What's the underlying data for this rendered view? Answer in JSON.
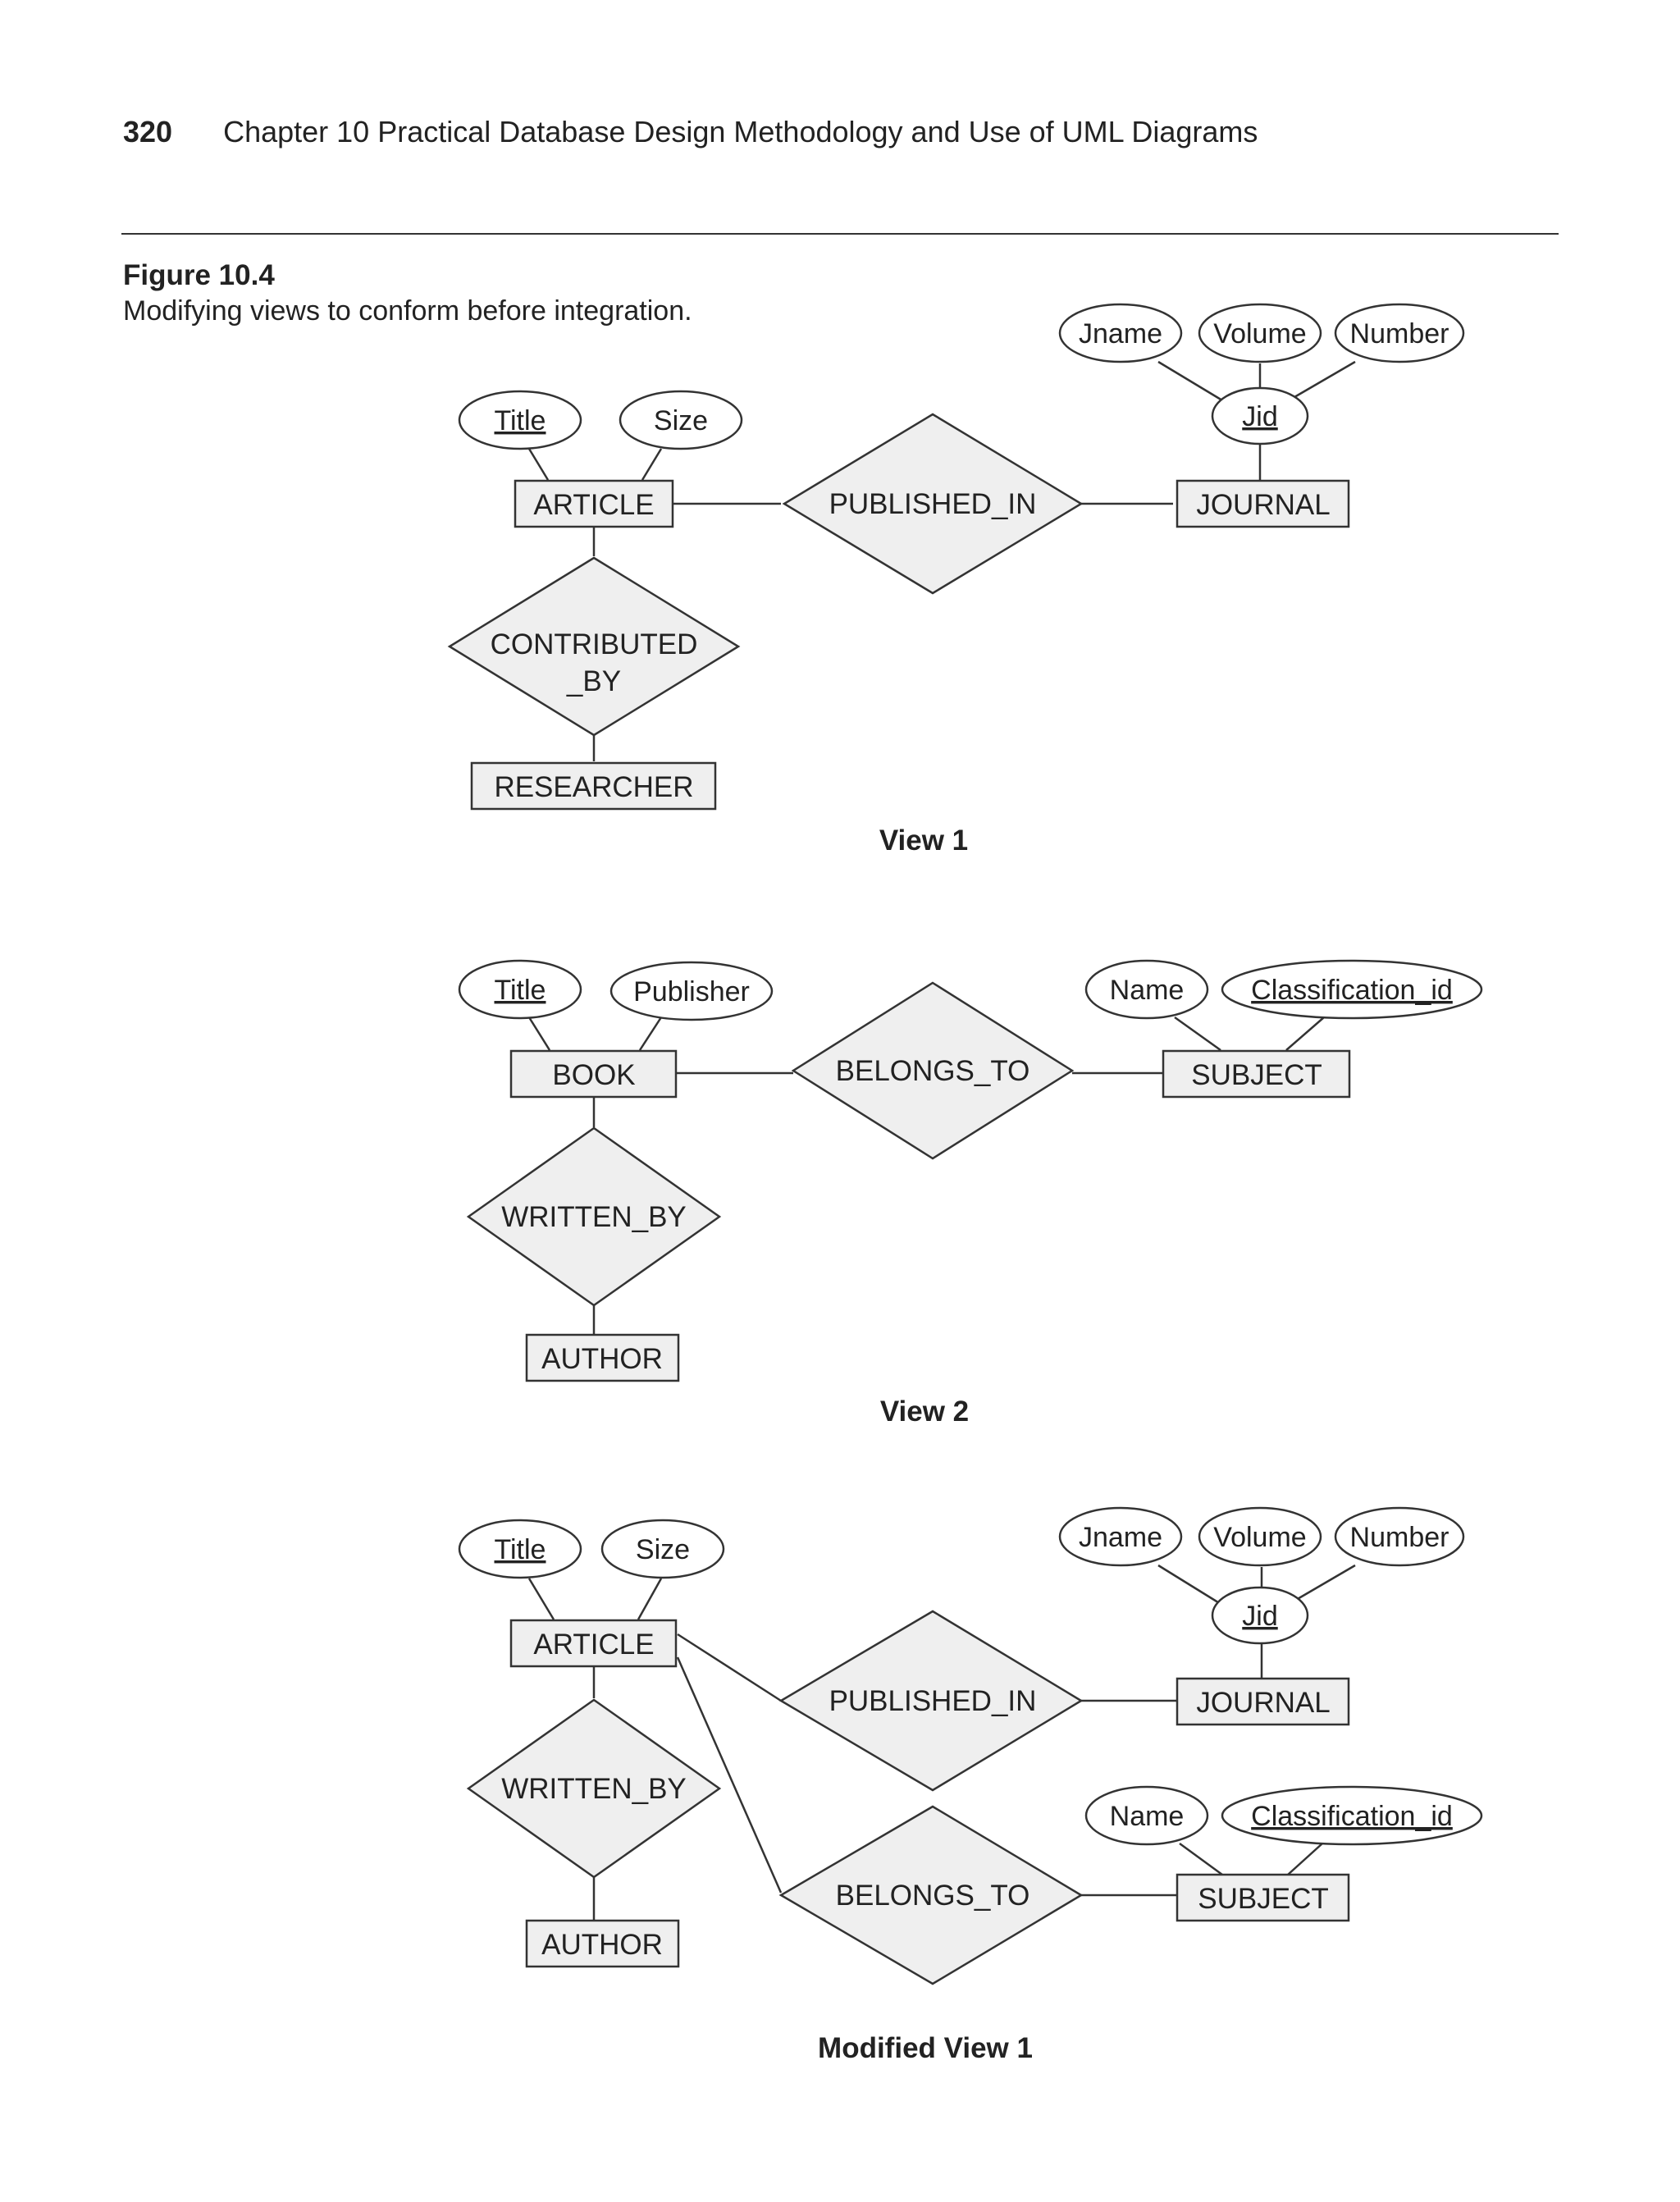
{
  "header": {
    "page_number": "320",
    "running_title": "Chapter 10  Practical Database Design Methodology and Use of UML Diagrams"
  },
  "figure": {
    "label": "Figure 10.4",
    "caption": "Modifying views to conform before integration."
  },
  "view1": {
    "label": "View 1",
    "entities": {
      "article": "ARTICLE",
      "journal": "JOURNAL",
      "researcher": "RESEARCHER"
    },
    "relationships": {
      "published_in": "PUBLISHED_IN",
      "contributed_by_line1": "CONTRIBUTED",
      "contributed_by_line2": "_BY"
    },
    "attributes": {
      "title": "Title",
      "size": "Size",
      "jname": "Jname",
      "volume": "Volume",
      "number": "Number",
      "jid": "Jid"
    }
  },
  "view2": {
    "label": "View 2",
    "entities": {
      "book": "BOOK",
      "subject": "SUBJECT",
      "author": "AUTHOR"
    },
    "relationships": {
      "belongs_to": "BELONGS_TO",
      "written_by": "WRITTEN_BY"
    },
    "attributes": {
      "title": "Title",
      "publisher": "Publisher",
      "name": "Name",
      "classification_id": "Classification_id"
    }
  },
  "modified_view1": {
    "label": "Modified View 1",
    "entities": {
      "article": "ARTICLE",
      "journal": "JOURNAL",
      "subject": "SUBJECT",
      "author": "AUTHOR"
    },
    "relationships": {
      "published_in": "PUBLISHED_IN",
      "belongs_to": "BELONGS_TO",
      "written_by": "WRITTEN_BY"
    },
    "attributes": {
      "title": "Title",
      "size": "Size",
      "jname": "Jname",
      "volume": "Volume",
      "number": "Number",
      "jid": "Jid",
      "name": "Name",
      "classification_id": "Classification_id"
    }
  }
}
